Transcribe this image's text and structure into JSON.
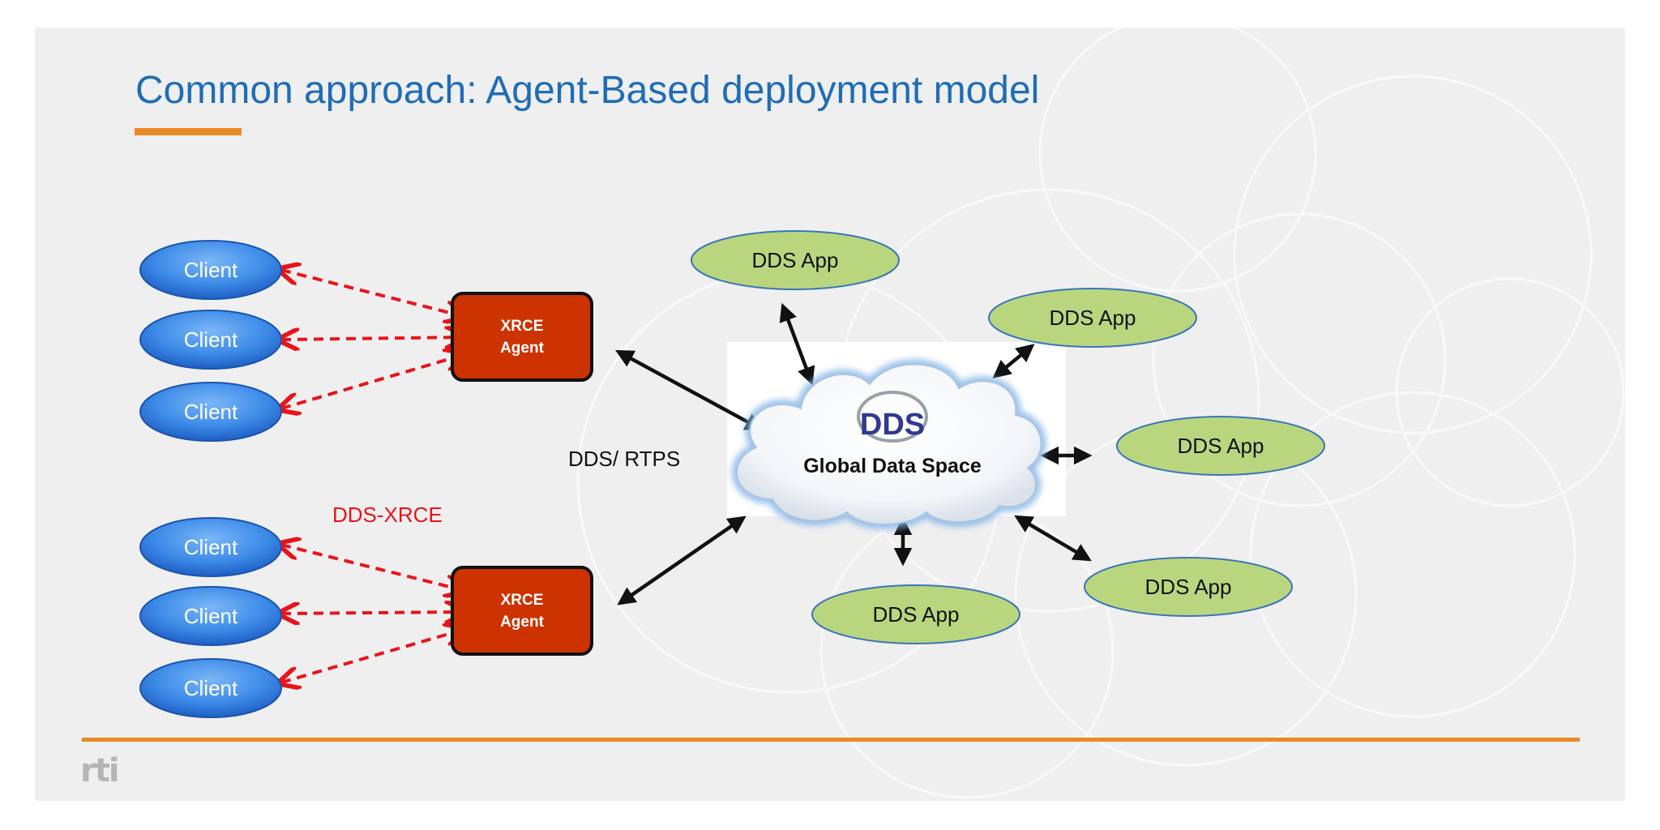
{
  "slide": {
    "title": "Common approach: Agent-Based deployment model",
    "logo_text": "rti"
  },
  "diagram": {
    "clients": [
      "Client",
      "Client",
      "Client",
      "Client",
      "Client",
      "Client"
    ],
    "agents": [
      "XRCE\nAgent",
      "XRCE\nAgent"
    ],
    "dds_apps": [
      "DDS App",
      "DDS App",
      "DDS App",
      "DDS App",
      "DDS App"
    ],
    "cloud_logo": "DDS",
    "cloud_label": "Global Data Space",
    "protocol_rtps": "DDS/ RTPS",
    "protocol_xrce": "DDS-XRCE"
  },
  "colors": {
    "title": "#1f6db5",
    "accent": "#ea8a26",
    "client_fill": "#3d8be8",
    "agent_fill": "#cc3300",
    "app_fill": "#b9d67f",
    "xrce_text": "#e8141a",
    "dashed_arrow": "#e8141a"
  }
}
